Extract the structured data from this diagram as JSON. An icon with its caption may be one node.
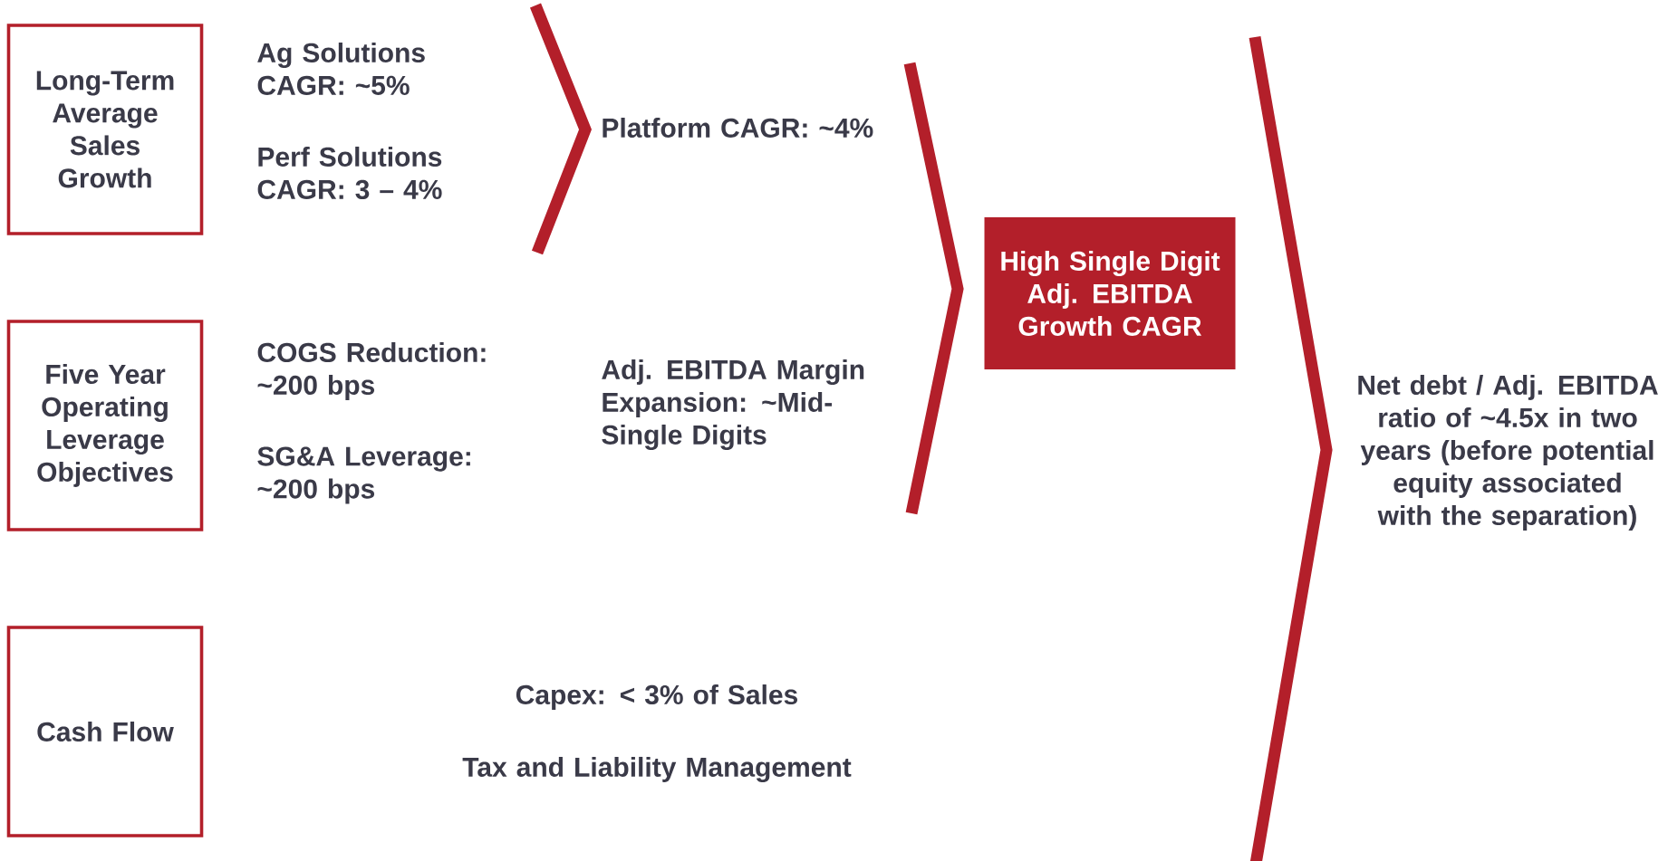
{
  "diagram": {
    "nodes": [
      {
        "text": [
          "Long-Term Average Sales Growth"
        ]
      },
      {
        "text": [
          "Five Year Operating Leverage Objectives"
        ]
      },
      {
        "text": [
          "Cash Flow"
        ]
      },
      {
        "text": [
          "High Single Digit Adj. EBITDA Growth CAGR"
        ]
      }
    ],
    "labels": [
      "Ag Solutions CAGR: ~5%",
      "Platform CAGR: ~4%",
      "Perf Solutions CAGR: 3 – 4%",
      "COGS Reduction: ~200 bps",
      "Adj. EBITDA Margin Expansion: ~Mid-Single Digits",
      "Net debt / Adj. EBITDA ratio of ~4.5x in two years (before potential equity associated with the separation)",
      "SG&A Leverage: ~200 bps",
      "Capex: < 3% of Sales",
      "Tax and Liability Management"
    ]
  }
}
